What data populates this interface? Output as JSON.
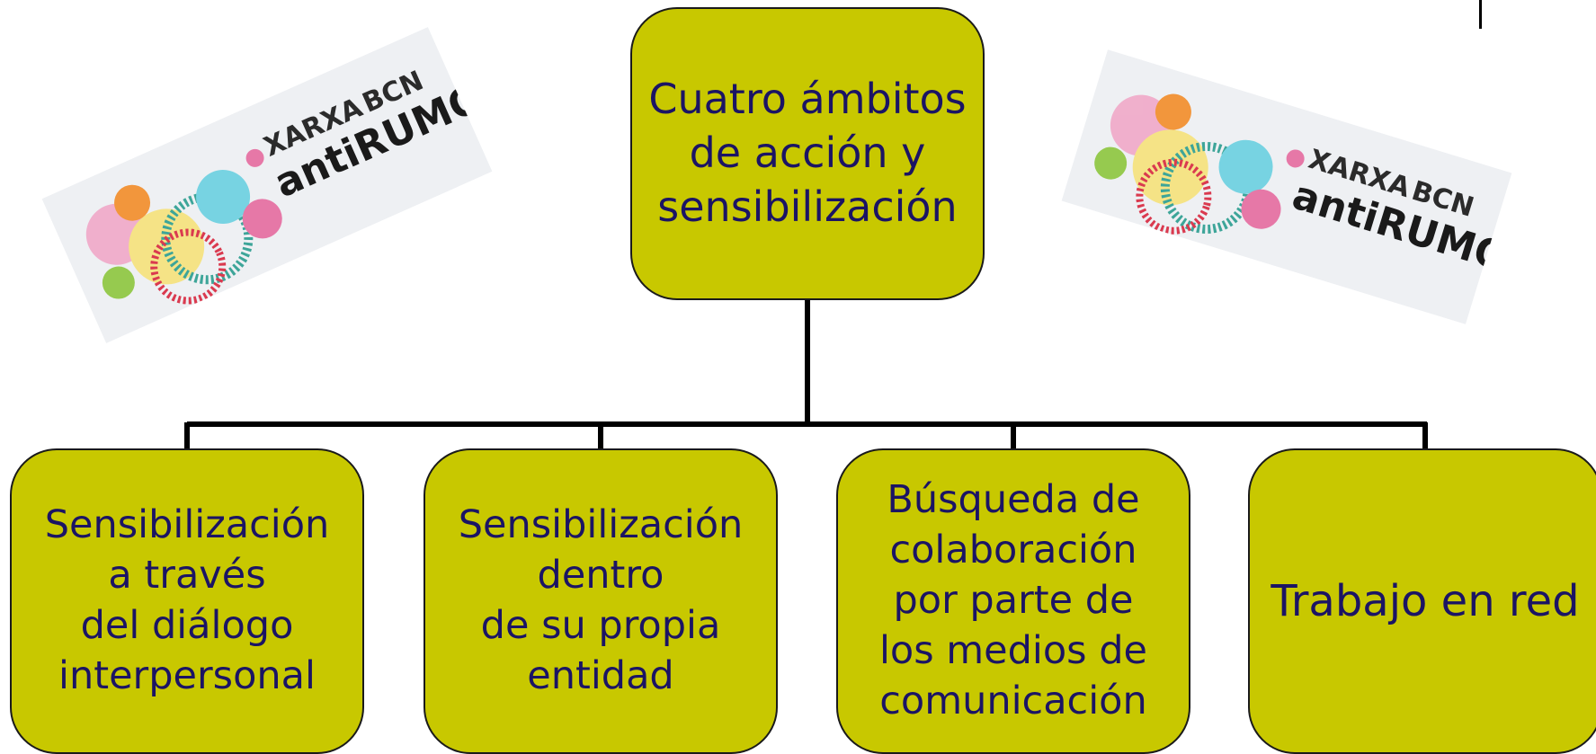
{
  "diagram": {
    "root": "Cuatro ámbitos\nde acción y\nsensibilización",
    "children": [
      "Sensibilización\na través\ndel diálogo\ninterpersonal",
      "Sensibilización\ndentro\nde su propia\nentidad",
      "Búsqueda de\ncolaboración\npor parte de\nlos medios de\ncomunicación",
      "Trabajo en red"
    ]
  },
  "logos": {
    "line1": "XARXA",
    "line1_suffix": "BCN",
    "line2": "antiRUMORS"
  },
  "colors": {
    "box_fill": "#c8c800",
    "box_border": "#1a1a1a",
    "text": "#1b1464",
    "connector": "#000000",
    "logo_bg": "#eef0f3"
  }
}
